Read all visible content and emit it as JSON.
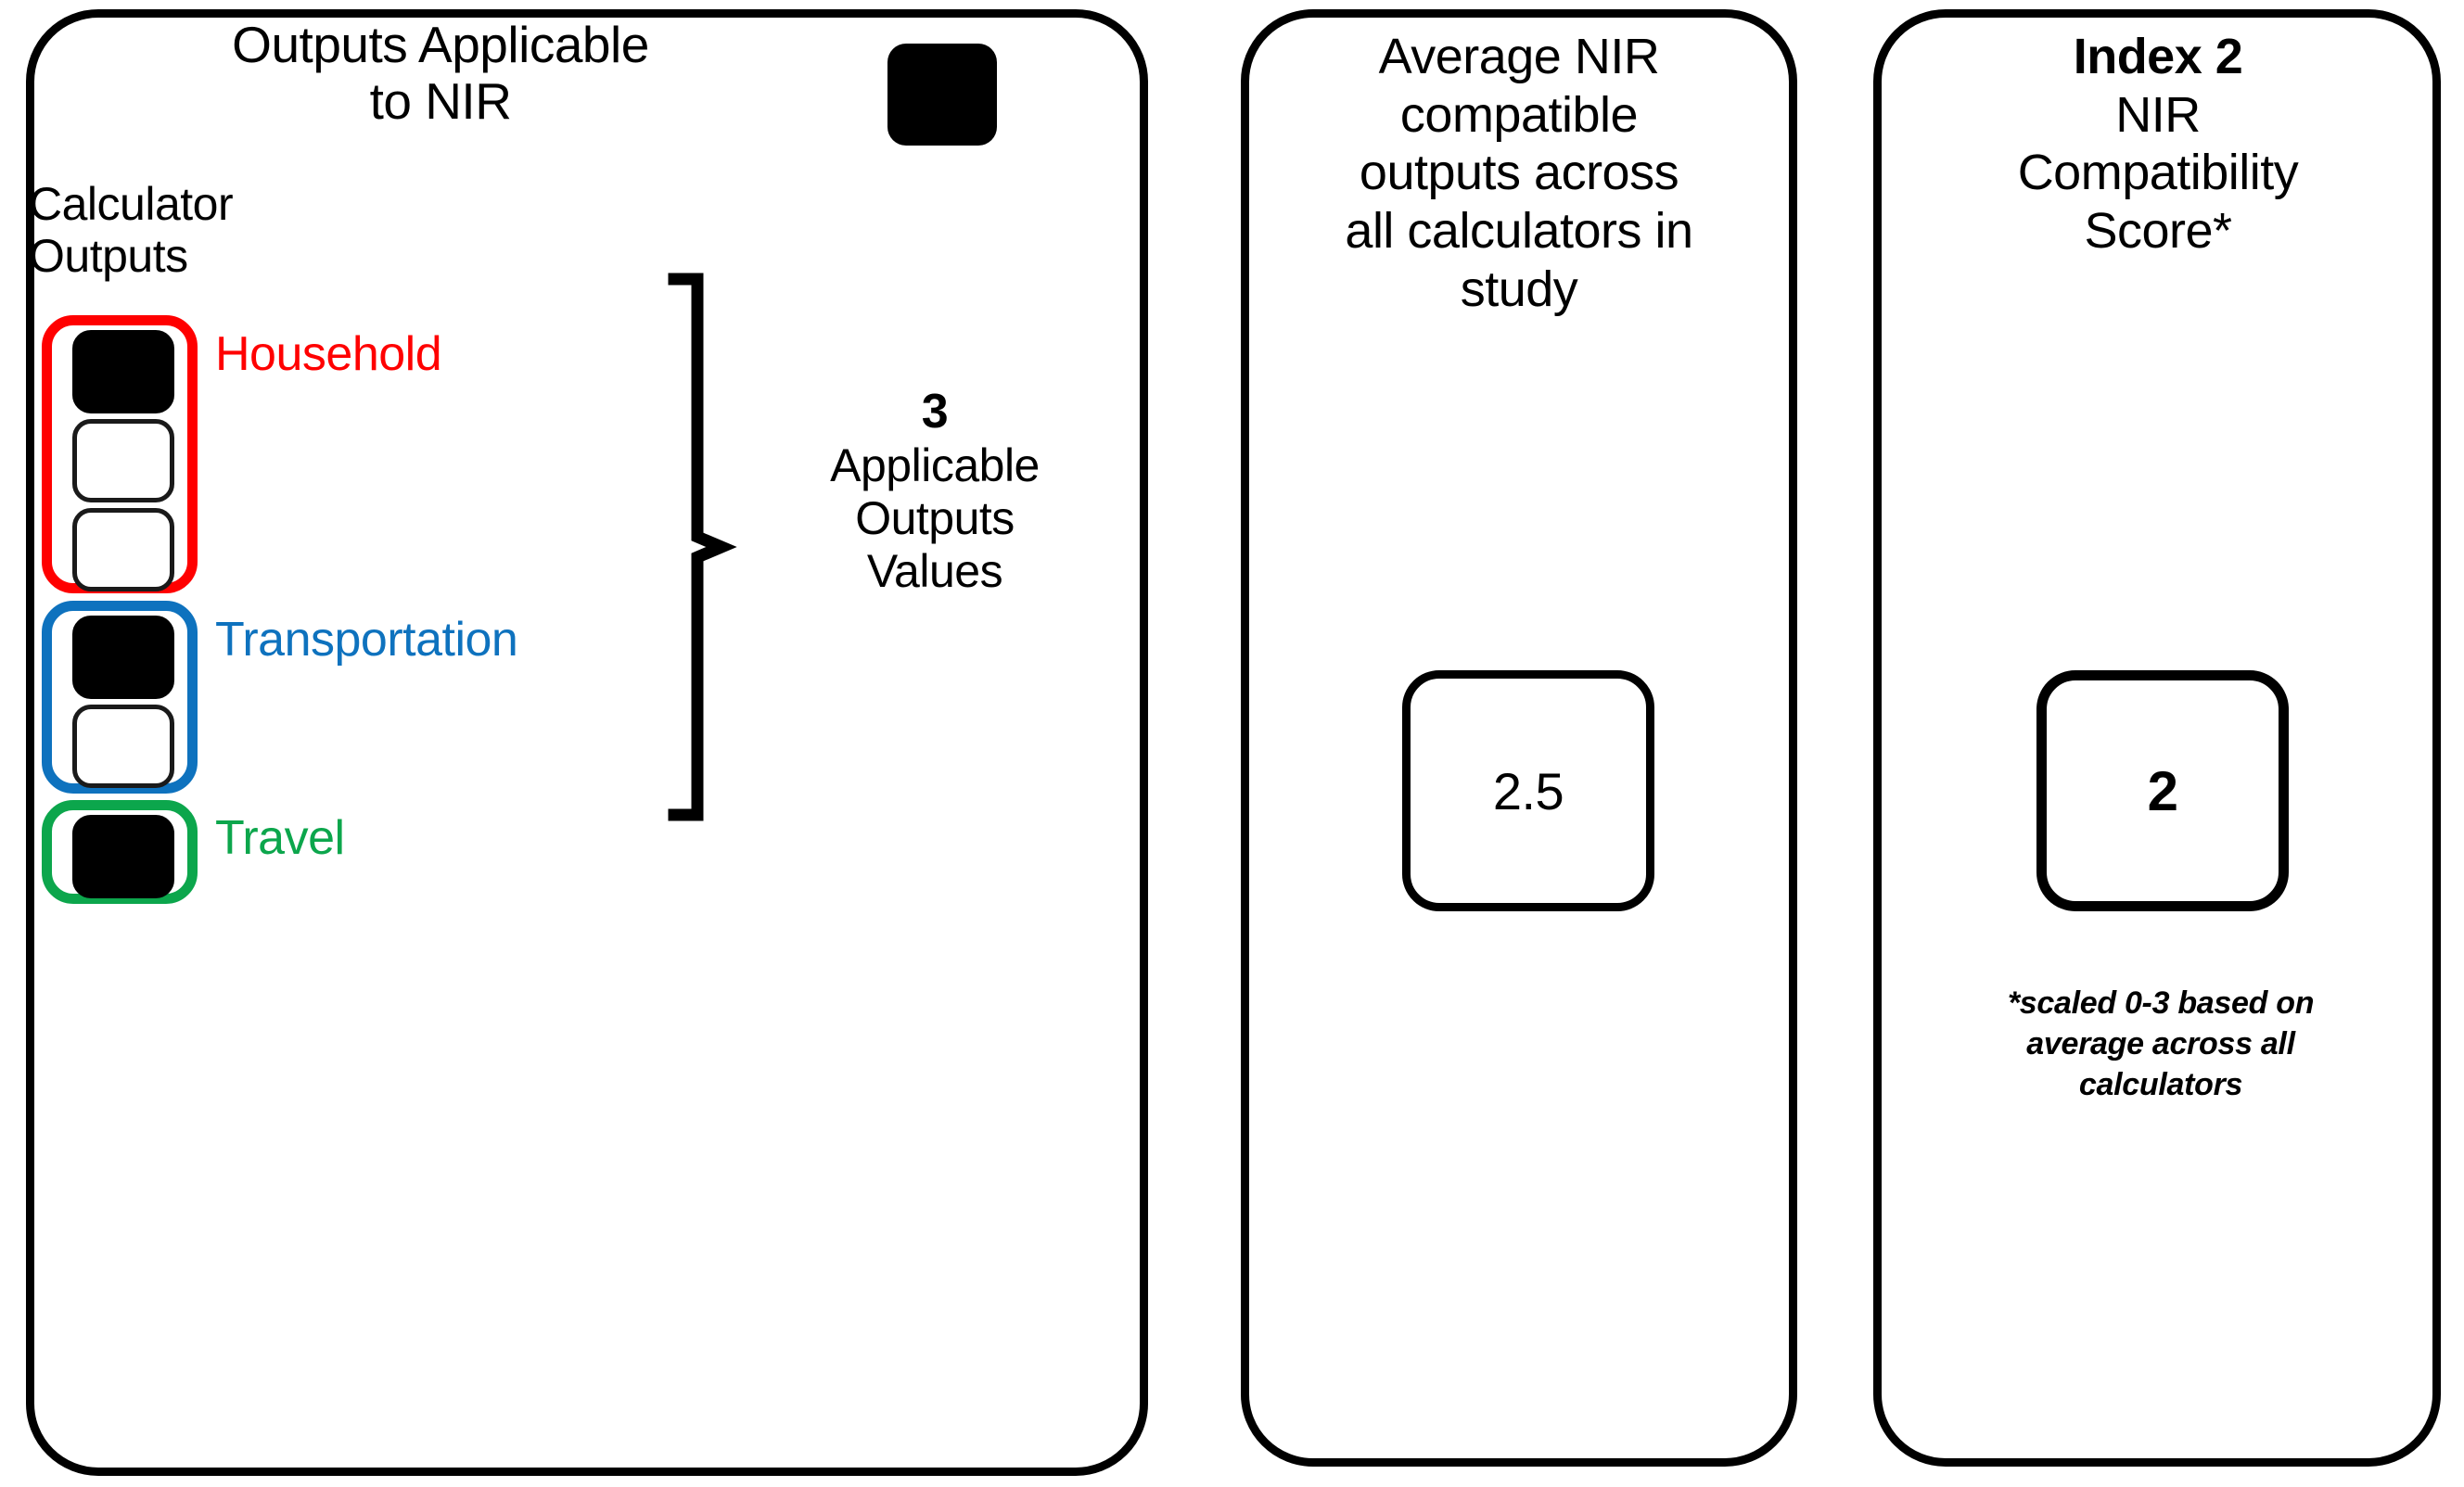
{
  "diagram": {
    "colors": {
      "household": "#FF0000",
      "transportation": "#0E72BE",
      "travel": "#0CA64C",
      "outline": "#000000",
      "background": "#FFFFFF"
    }
  },
  "panel_outputs": {
    "title_line1": "Outputs Applicable",
    "title_line2": "to NIR",
    "legend_swatch_meaning": "applicable-output",
    "axis_label_line1": "Calculator",
    "axis_label_line2": "Outputs",
    "categories": [
      {
        "name": "Household",
        "color": "#FF0000",
        "cells": [
          "filled",
          "empty",
          "empty"
        ],
        "applicable_count": 1,
        "total_outputs": 3
      },
      {
        "name": "Transportation",
        "color": "#0E72BE",
        "cells": [
          "filled",
          "empty"
        ],
        "applicable_count": 1,
        "total_outputs": 2
      },
      {
        "name": "Travel",
        "color": "#0CA64C",
        "cells": [
          "filled"
        ],
        "applicable_count": 1,
        "total_outputs": 1
      }
    ],
    "brace_summary": {
      "count": "3",
      "line1": "Applicable",
      "line2": "Outputs",
      "line3": "Values"
    }
  },
  "panel_average": {
    "title_line1": "Average NIR",
    "title_line2": "compatible",
    "title_line3": "outputs across",
    "title_line4": "all calculators in",
    "title_line5": "study",
    "value": "2.5"
  },
  "panel_index": {
    "index_label": "Index 2",
    "title_line1": "NIR",
    "title_line2": "Compatibility",
    "title_line3": "Score*",
    "value": "2",
    "footnote_line1": "*scaled 0-3 based on",
    "footnote_line2": "average across all",
    "footnote_line3": "calculators"
  }
}
